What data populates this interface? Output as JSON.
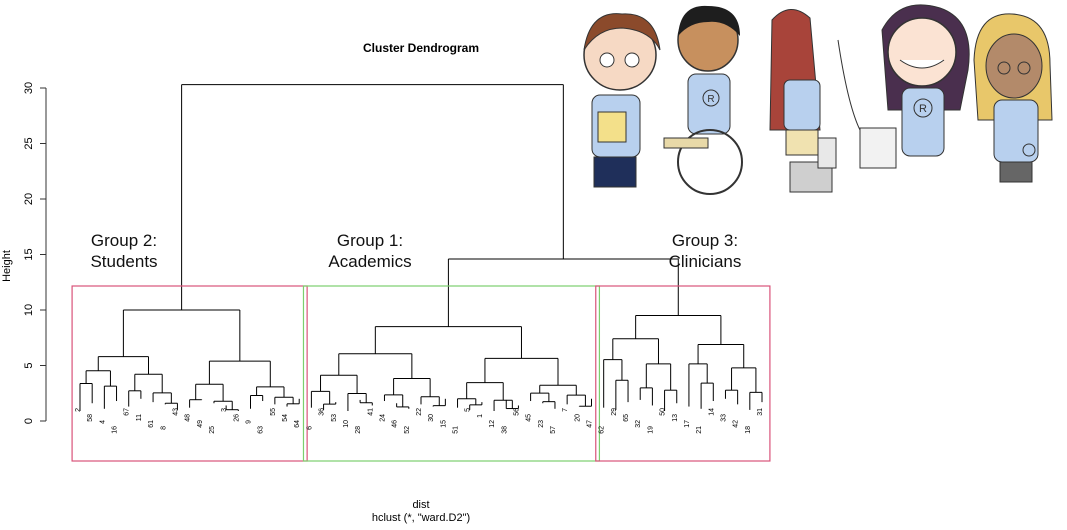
{
  "chart_data": {
    "type": "dendrogram",
    "title": "Cluster Dendrogram",
    "ylabel": "Height",
    "xlabel": "dist",
    "sub_caption": "hclust (*, \"ward.D2\")",
    "ylim": [
      0,
      30
    ],
    "yticks": [
      0,
      5,
      10,
      15,
      20,
      25,
      30
    ],
    "merges": {
      "root": 30.3,
      "group1_group3": 14.6,
      "group2": 10.0,
      "group1": 8.5,
      "group3": 9.5
    },
    "leaves": [
      {
        "label": "2",
        "group": 2
      },
      {
        "label": "58",
        "group": 2
      },
      {
        "label": "4",
        "group": 2
      },
      {
        "label": "16",
        "group": 2
      },
      {
        "label": "67",
        "group": 2
      },
      {
        "label": "11",
        "group": 2
      },
      {
        "label": "61",
        "group": 2
      },
      {
        "label": "8",
        "group": 2
      },
      {
        "label": "43",
        "group": 2
      },
      {
        "label": "48",
        "group": 2
      },
      {
        "label": "49",
        "group": 2
      },
      {
        "label": "25",
        "group": 2
      },
      {
        "label": "3",
        "group": 2
      },
      {
        "label": "26",
        "group": 2
      },
      {
        "label": "9",
        "group": 2
      },
      {
        "label": "63",
        "group": 2
      },
      {
        "label": "55",
        "group": 2
      },
      {
        "label": "54",
        "group": 2
      },
      {
        "label": "64",
        "group": 2
      },
      {
        "label": "6",
        "group": 1
      },
      {
        "label": "36",
        "group": 1
      },
      {
        "label": "53",
        "group": 1
      },
      {
        "label": "10",
        "group": 1
      },
      {
        "label": "28",
        "group": 1
      },
      {
        "label": "41",
        "group": 1
      },
      {
        "label": "24",
        "group": 1
      },
      {
        "label": "46",
        "group": 1
      },
      {
        "label": "52",
        "group": 1
      },
      {
        "label": "22",
        "group": 1
      },
      {
        "label": "30",
        "group": 1
      },
      {
        "label": "15",
        "group": 1
      },
      {
        "label": "51",
        "group": 1
      },
      {
        "label": "5",
        "group": 1
      },
      {
        "label": "1",
        "group": 1
      },
      {
        "label": "12",
        "group": 1
      },
      {
        "label": "38",
        "group": 1
      },
      {
        "label": "56",
        "group": 1
      },
      {
        "label": "45",
        "group": 1
      },
      {
        "label": "23",
        "group": 1
      },
      {
        "label": "57",
        "group": 1
      },
      {
        "label": "7",
        "group": 1
      },
      {
        "label": "20",
        "group": 1
      },
      {
        "label": "47",
        "group": 1
      },
      {
        "label": "62",
        "group": 3
      },
      {
        "label": "29",
        "group": 3
      },
      {
        "label": "65",
        "group": 3
      },
      {
        "label": "32",
        "group": 3
      },
      {
        "label": "19",
        "group": 3
      },
      {
        "label": "50",
        "group": 3
      },
      {
        "label": "13",
        "group": 3
      },
      {
        "label": "17",
        "group": 3
      },
      {
        "label": "21",
        "group": 3
      },
      {
        "label": "14",
        "group": 3
      },
      {
        "label": "33",
        "group": 3
      },
      {
        "label": "42",
        "group": 3
      },
      {
        "label": "18",
        "group": 3
      },
      {
        "label": "31",
        "group": 3
      }
    ],
    "groups": [
      {
        "id": 2,
        "line1": "Group 2:",
        "line2": "Students",
        "color": "#d9537a"
      },
      {
        "id": 1,
        "line1": "Group 1:",
        "line2": "Academics",
        "color": "#7ccf6e"
      },
      {
        "id": 3,
        "line1": "Group 3:",
        "line2": "Clinicians",
        "color": "#d9537a"
      }
    ],
    "grid": false,
    "legend": "none"
  },
  "illustration": {
    "icon": "r-users-cartoon-icon",
    "badge_letter": "R",
    "shirt_color": "#b8d0ee"
  }
}
